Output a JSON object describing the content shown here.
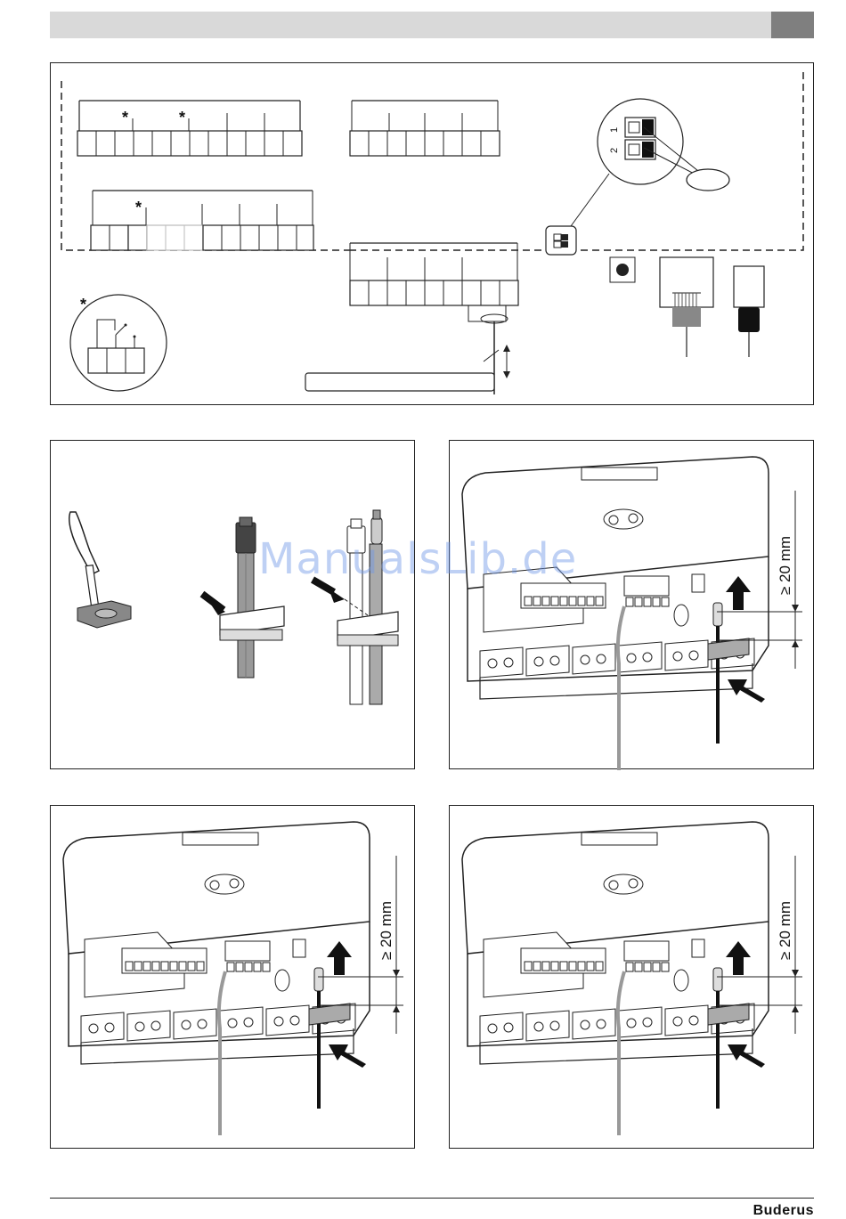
{
  "header": {
    "band_color": "#d9d9d9",
    "tab_color": "#7f7f7f"
  },
  "wiring": {
    "star_marker": "*",
    "switch_labels": [
      "1",
      "2"
    ]
  },
  "dimension_label": "≥ 20 mm",
  "watermark": "ManualsLib.de",
  "footer": {
    "brand": "Buderus"
  },
  "icons": [
    "screwdriver-icon",
    "cable-plug-icon",
    "insert-arrow-icon"
  ]
}
